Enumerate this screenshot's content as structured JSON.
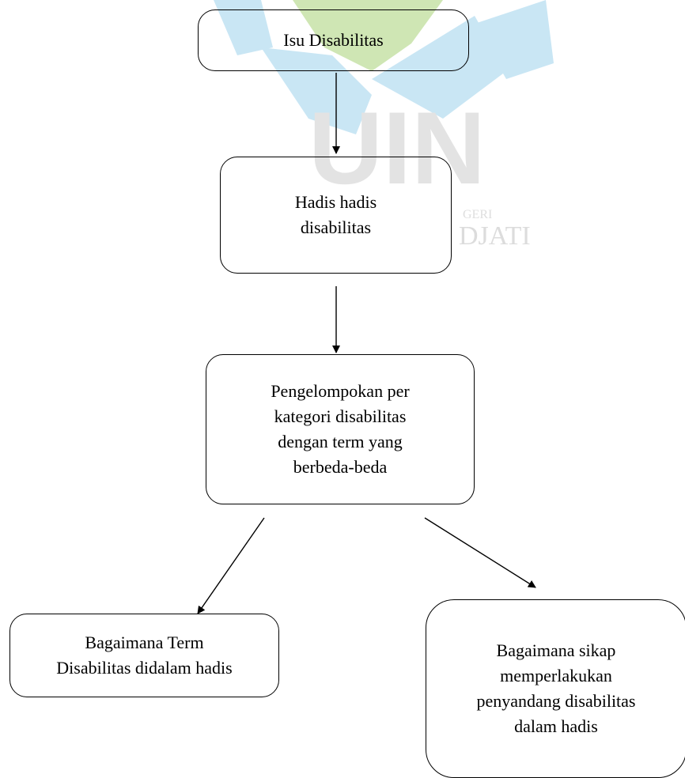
{
  "diagram": {
    "nodes": [
      {
        "id": "isu",
        "label": "Isu Disabilitas"
      },
      {
        "id": "hadis",
        "label": "Hadis hadis\ndisabilitas"
      },
      {
        "id": "pengelompokan",
        "label": "Pengelompokan per\nkategori disabilitas\ndengan term yang\nberbeda-beda"
      },
      {
        "id": "term",
        "label": "Bagaimana Term\nDisabilitas didalam hadis"
      },
      {
        "id": "sikap",
        "label": "Bagaimana sikap\nmemperlakukan\npenyandang disabilitas\ndalam hadis"
      }
    ],
    "edges": [
      {
        "from": "isu",
        "to": "hadis"
      },
      {
        "from": "hadis",
        "to": "pengelompokan"
      },
      {
        "from": "pengelompokan",
        "to": "term"
      },
      {
        "from": "pengelompokan",
        "to": "sikap"
      }
    ]
  },
  "watermark": {
    "text_main": "UIN",
    "text_small": "GERI",
    "text_name": "DJATI",
    "colors": {
      "green": "#cfe6b4",
      "blue": "#c9e6f4",
      "gray": "#e3e3e3"
    }
  }
}
